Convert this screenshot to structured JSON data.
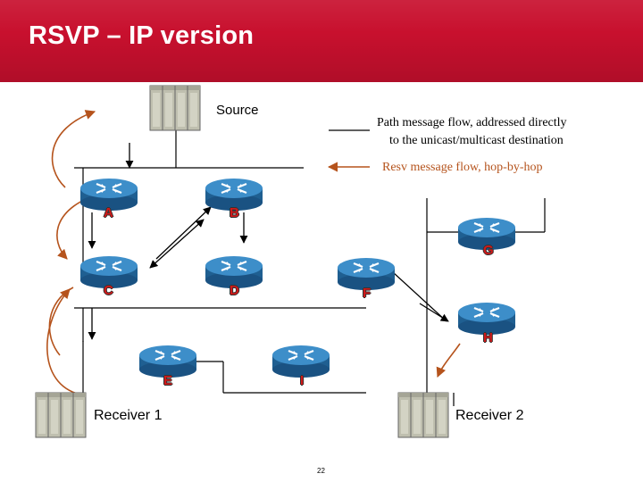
{
  "slide": {
    "title": "RSVP – IP version",
    "page_number": "22"
  },
  "hosts": {
    "source": "Source",
    "receiver1": "Receiver 1",
    "receiver2": "Receiver 2"
  },
  "legend": {
    "path_line1": "Path message flow, addressed directly",
    "path_line2": "to the unicast/multicast destination",
    "resv": "Resv message flow, hop-by-hop"
  },
  "routers": {
    "A": "A",
    "B": "B",
    "C": "C",
    "D": "D",
    "E": "E",
    "F": "F",
    "G": "G",
    "H": "H",
    "I": "I"
  },
  "colors": {
    "header": "#c8102e",
    "router_top": "#3d8ec9",
    "router_side": "#1f5f91",
    "resv_arrow": "#b5531c",
    "router_label": "#d11919"
  }
}
